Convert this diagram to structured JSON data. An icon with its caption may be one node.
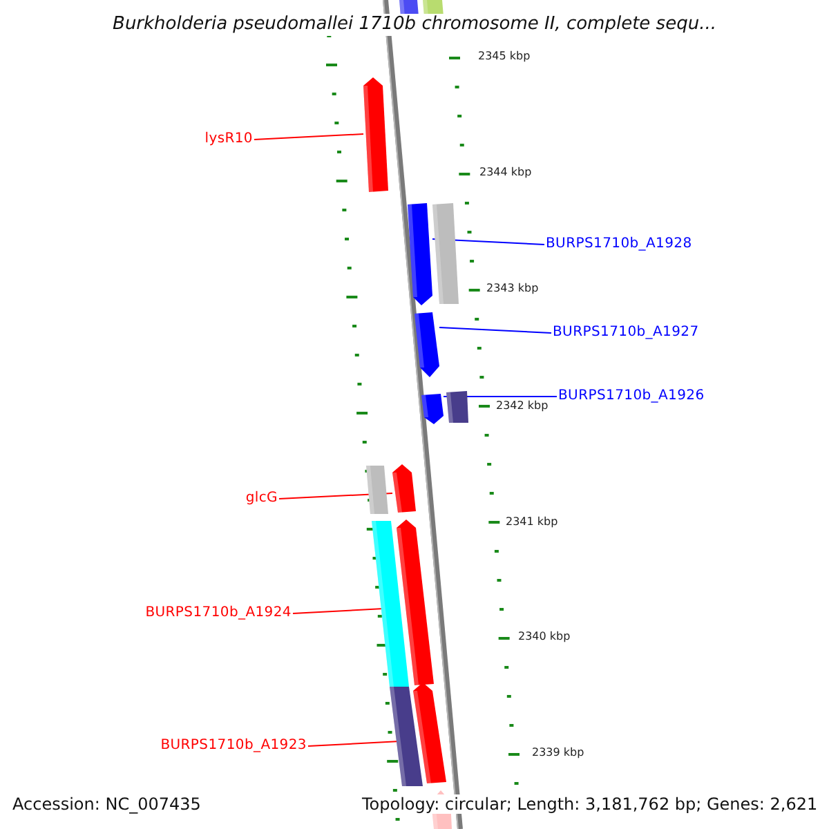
{
  "diagram": {
    "title": "Burkholderia pseudomallei 1710b chromosome II, complete sequ...",
    "nodes": [
      {
        "text": [],
        "shape": "bar"
      },
      {
        "text": [],
        "shape": "bar"
      },
      {
        "text": [
          "lysR10"
        ]
      },
      {
        "text": [],
        "shape": "arrow"
      },
      {
        "text": [],
        "shape": "arrow"
      },
      {
        "text": [],
        "shape": "bar"
      },
      {
        "text": [
          "BURPS1710b_A1928"
        ]
      },
      {
        "text": [],
        "shape": "arrow"
      },
      {
        "text": [
          "BURPS1710b_A1927"
        ]
      },
      {
        "text": [],
        "shape": "arrow"
      },
      {
        "text": [],
        "shape": "bar"
      },
      {
        "text": [
          "BURPS1710b_A1926"
        ]
      },
      {
        "text": [],
        "shape": "bar"
      },
      {
        "text": [],
        "shape": "arrow"
      },
      {
        "text": [
          "glcG"
        ]
      },
      {
        "text": [],
        "shape": "bar"
      },
      {
        "text": [],
        "shape": "arrow"
      },
      {
        "text": [
          "BURPS1710b_A1924"
        ]
      },
      {
        "text": [],
        "shape": "bar"
      },
      {
        "text": [],
        "shape": "arrow"
      },
      {
        "text": [
          "BURPS1710b_A1923"
        ]
      },
      {
        "text": [],
        "shape": "arrow"
      }
    ],
    "edges": [
      {
        "from": 2,
        "to": 3,
        "arrow": "none"
      },
      {
        "from": 6,
        "to": 4,
        "arrow": "none",
        "color": "#0000ff"
      },
      {
        "from": 8,
        "to": 7,
        "arrow": "none",
        "color": "#0000ff"
      },
      {
        "from": 11,
        "to": 9,
        "arrow": "none",
        "color": "#0000ff"
      },
      {
        "from": 14,
        "to": 13,
        "arrow": "none"
      },
      {
        "from": 17,
        "to": 16,
        "arrow": "none"
      },
      {
        "from": 20,
        "to": 19,
        "arrow": "none"
      }
    ],
    "labels": [
      "2345 kbp",
      "2344 kbp",
      "2343 kbp",
      "2342 kbp",
      "2341 kbp",
      "2340 kbp",
      "2339 kbp",
      "Accession: NC_007435",
      "Topology: circular; Length: 3,181,762 bp; Genes: 2,621"
    ]
  }
}
